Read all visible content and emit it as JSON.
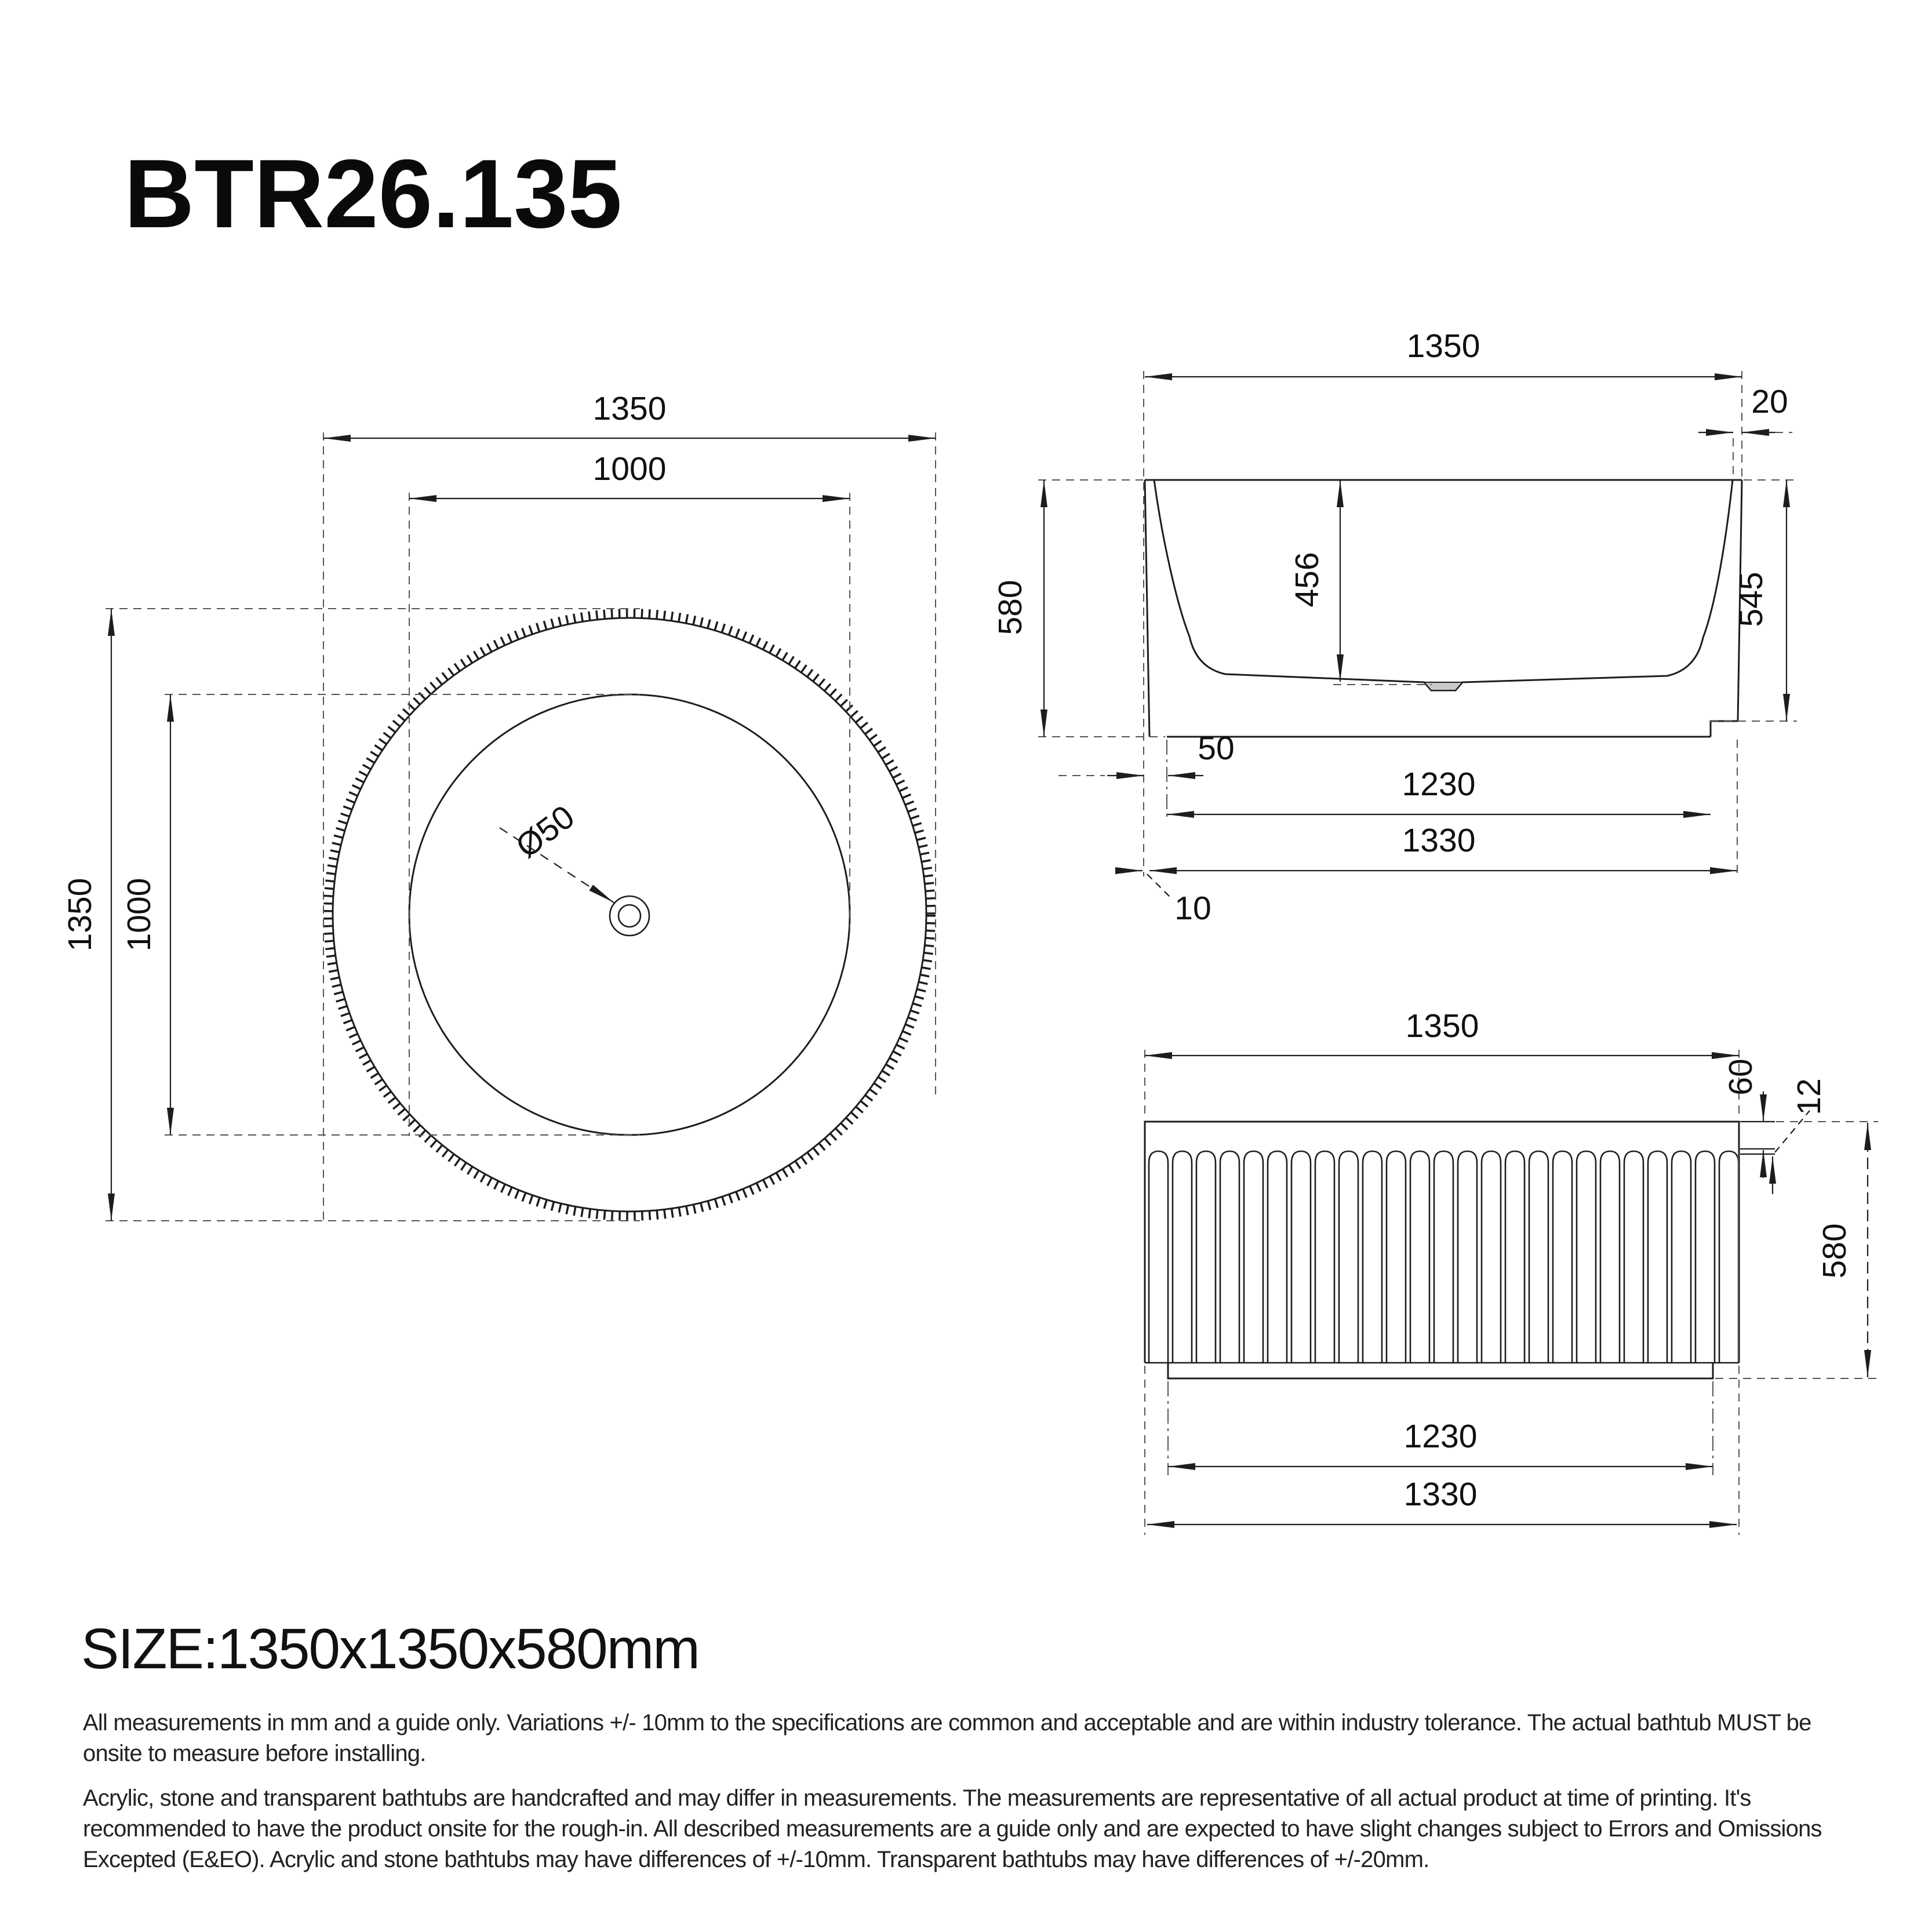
{
  "page": {
    "title": "BTR26.135",
    "size_line": "SIZE:1350x1350x580mm",
    "disclaimer_1": "All measurements in mm and a guide only. Variations +/- 10mm to the specifications are common and acceptable and are within industry tolerance. The actual bathtub MUST be onsite to measure before installing.",
    "disclaimer_2": "Acrylic, stone and transparent bathtubs are handcrafted and may differ in measurements. The measurements are representative of all actual product at time of printing. It's recommended to have the product onsite for the rough-in. All described measurements are a guide only and are expected to have slight changes subject to Errors and Omissions Excepted (E&EO). Acrylic and stone bathtubs may have differences of +/-10mm. Transparent bathtubs may have differences of +/-20mm.",
    "colors": {
      "line": "#1d1d1b",
      "background": "#ffffff"
    }
  },
  "views": {
    "top": {
      "name": "top view (plan) of round fluted bathtub",
      "dims": {
        "outer_width": "1350",
        "inner_width": "1000",
        "outer_height": "1350",
        "inner_height": "1000",
        "drain_diameter": "Ø50"
      }
    },
    "side": {
      "name": "cross-section side view",
      "dims": {
        "overall_width": "1350",
        "rim_wall_thickness": "20",
        "overall_height": "580",
        "interior_depth": "456",
        "height_to_step": "545",
        "base_left_offset": "50",
        "base_inner_width": "1230",
        "base_outer_width": "1330",
        "plinth_inset": "10"
      }
    },
    "front": {
      "name": "front elevation with fluted ribs",
      "dims": {
        "overall_width": "1350",
        "top_band_height": "60",
        "flute_depth": "12",
        "overall_height": "580",
        "base_inner_width": "1230",
        "base_outer_width": "1330"
      }
    }
  }
}
